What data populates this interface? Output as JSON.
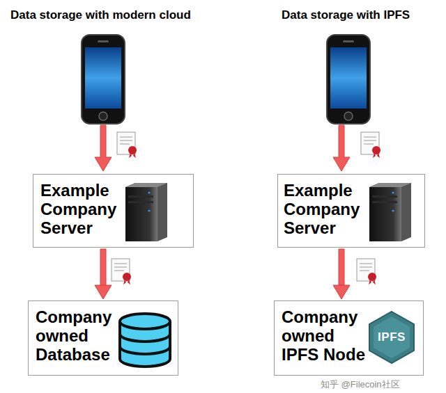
{
  "diagram": {
    "nodes": [
      {
        "text": [
          "Example Company Server"
        ]
      },
      {
        "text": [
          "Example Company Server"
        ]
      },
      {
        "text": [
          "Company owned Database"
        ]
      },
      {
        "text": [
          "Company owned IPFS Node"
        ]
      }
    ],
    "edges": [
      {
        "from": 0,
        "to": 2,
        "arrow": "to"
      },
      {
        "from": 1,
        "to": 3,
        "arrow": "to"
      }
    ],
    "labels": [
      "Data storage with modern cloud",
      "Data storage with IPFS",
      "IPFS",
      "知乎 @Filecoin社区"
    ]
  }
}
